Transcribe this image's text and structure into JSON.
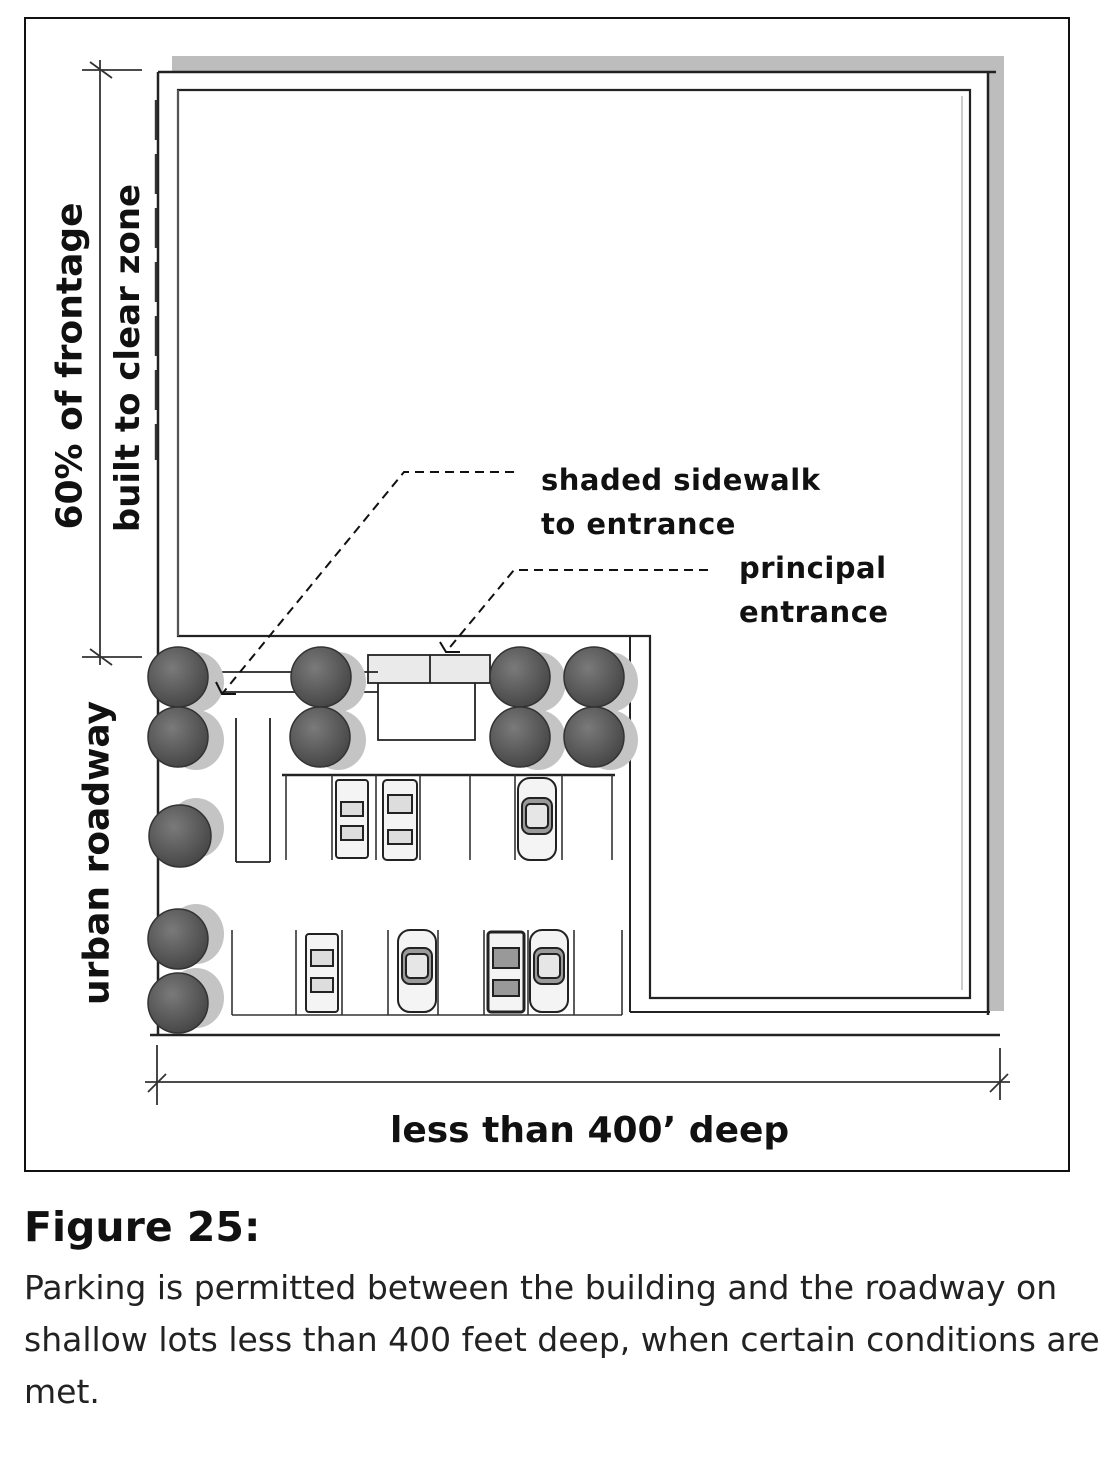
{
  "labels": {
    "shaded_sidewalk_line1": "shaded sidewalk",
    "shaded_sidewalk_line2": "to entrance",
    "principal_entrance_line1": "principal",
    "principal_entrance_line2": "entrance",
    "frontage": "60% of frontage",
    "clear_zone": "built to clear zone",
    "roadway": "urban roadway",
    "depth": "less than 400’ deep"
  },
  "caption": {
    "title": "Figure 25:",
    "text": "Parking is permitted between the building and the roadway on shallow lots less than 400 feet deep, when certain conditions are met."
  },
  "colors": {
    "tree_fill": "#555555",
    "shadow": "#bfbfbf",
    "line": "#222222"
  }
}
